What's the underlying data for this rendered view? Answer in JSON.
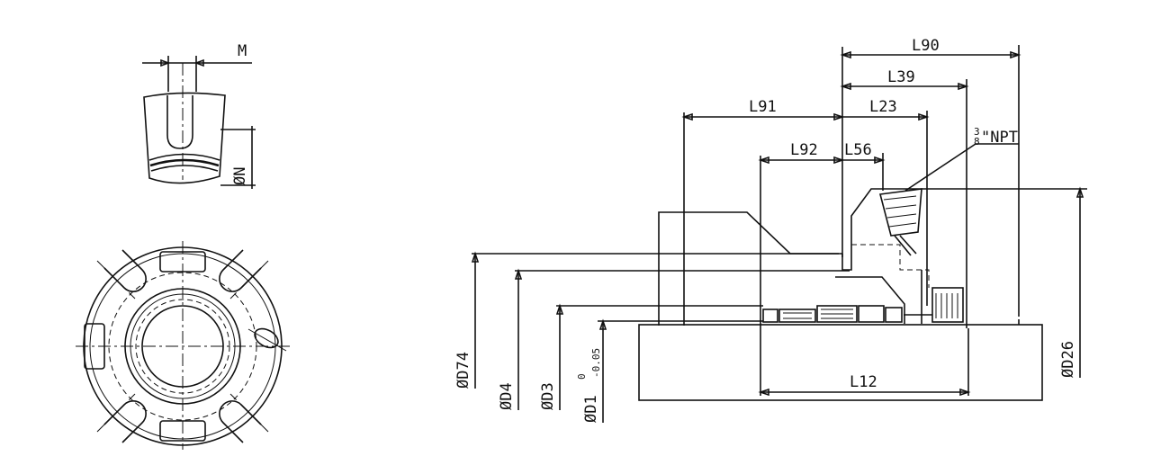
{
  "labels": {
    "m": "M",
    "phi_n": "ØN",
    "l90": "L90",
    "l39": "L39",
    "l91": "L91",
    "l23": "L23",
    "l92": "L92",
    "l56": "L56",
    "npt_fraction_num": "3",
    "npt_fraction_den": "8",
    "npt_text": "\"NPT",
    "phi_d74": "ØD74",
    "phi_d4": "ØD4",
    "phi_d3": "ØD3",
    "phi_d1": "ØD1",
    "d1_tol_upper": "0",
    "d1_tol_lower": "-0.05",
    "l12": "L12",
    "phi_d26": "ØD26"
  }
}
